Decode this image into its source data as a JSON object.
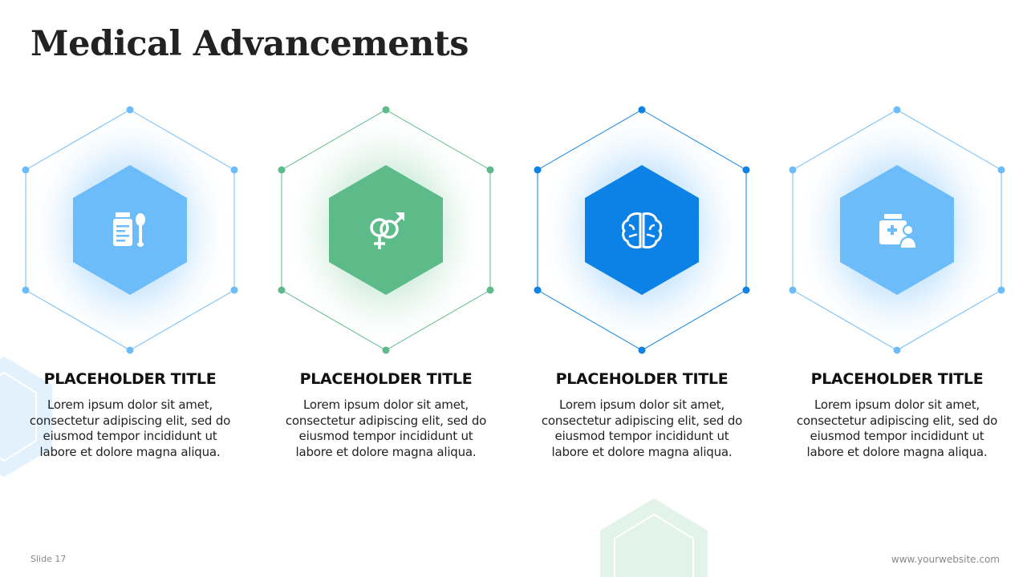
{
  "slide": {
    "title": "Medical Advancements",
    "slide_number": "Slide 17",
    "website": "www.yourwebsite.com"
  },
  "colors": {
    "light_blue": "#6cbcfa",
    "green": "#5dbb8a",
    "dark_blue": "#0d82e6",
    "title_text": "#222222"
  },
  "cards": [
    {
      "title": "PLACEHOLDER TITLE",
      "body": "Lorem ipsum dolor sit amet, consectetur adipiscing elit, sed do eiusmod tempor incididunt ut labore et dolore magna aliqua.",
      "icon": "medicine-bottle-spoon-icon",
      "color": "#6cbcfa"
    },
    {
      "title": "PLACEHOLDER TITLE",
      "body": "Lorem ipsum dolor sit amet, consectetur adipiscing elit, sed do eiusmod tempor incididunt ut labore et dolore magna aliqua.",
      "icon": "gender-symbols-icon",
      "color": "#5dbb8a"
    },
    {
      "title": "PLACEHOLDER TITLE",
      "body": "Lorem ipsum dolor sit amet, consectetur adipiscing elit, sed do eiusmod tempor incididunt ut labore et dolore magna aliqua.",
      "icon": "brain-icon",
      "color": "#0d82e6"
    },
    {
      "title": "PLACEHOLDER TITLE",
      "body": "Lorem ipsum dolor sit amet, consectetur adipiscing elit, sed do eiusmod tempor incididunt ut labore et dolore magna aliqua.",
      "icon": "medical-kit-patient-icon",
      "color": "#6cbcfa"
    }
  ]
}
